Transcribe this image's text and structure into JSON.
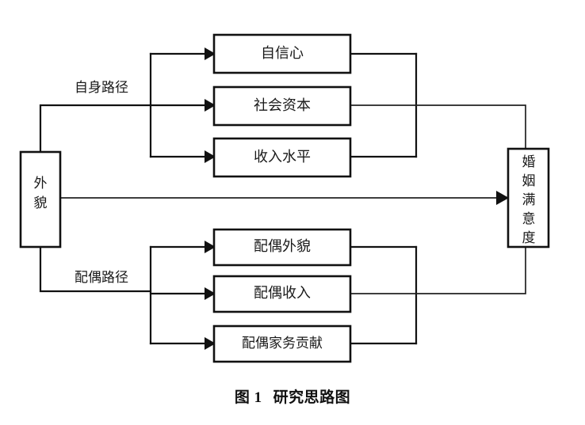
{
  "figure": {
    "caption_number": "图 1",
    "caption_title": "研究思路图",
    "type": "flow-diagram",
    "background_color": "#ffffff",
    "line_color": "#111111",
    "text_color": "#1a1a1a"
  },
  "source_node": {
    "id": "appearance",
    "label": "外貌",
    "orientation": "vertical"
  },
  "outcome_node": {
    "id": "marital-satisfaction",
    "label": "婚姻满意度",
    "orientation": "vertical"
  },
  "path_labels": {
    "self": "自身路径",
    "spouse": "配偶路径"
  },
  "mediators": {
    "self_path": [
      {
        "id": "self-confidence",
        "label": "自信心"
      },
      {
        "id": "social-capital",
        "label": "社会资本"
      },
      {
        "id": "income-level",
        "label": "收入水平"
      }
    ],
    "spouse_path": [
      {
        "id": "spouse-appearance",
        "label": "配偶外貌"
      },
      {
        "id": "spouse-income",
        "label": "配偶收入"
      },
      {
        "id": "spouse-housework",
        "label": "配偶家务贡献"
      }
    ]
  },
  "direct_effect": {
    "from": "外貌",
    "to": "婚姻满意度",
    "label": ""
  }
}
